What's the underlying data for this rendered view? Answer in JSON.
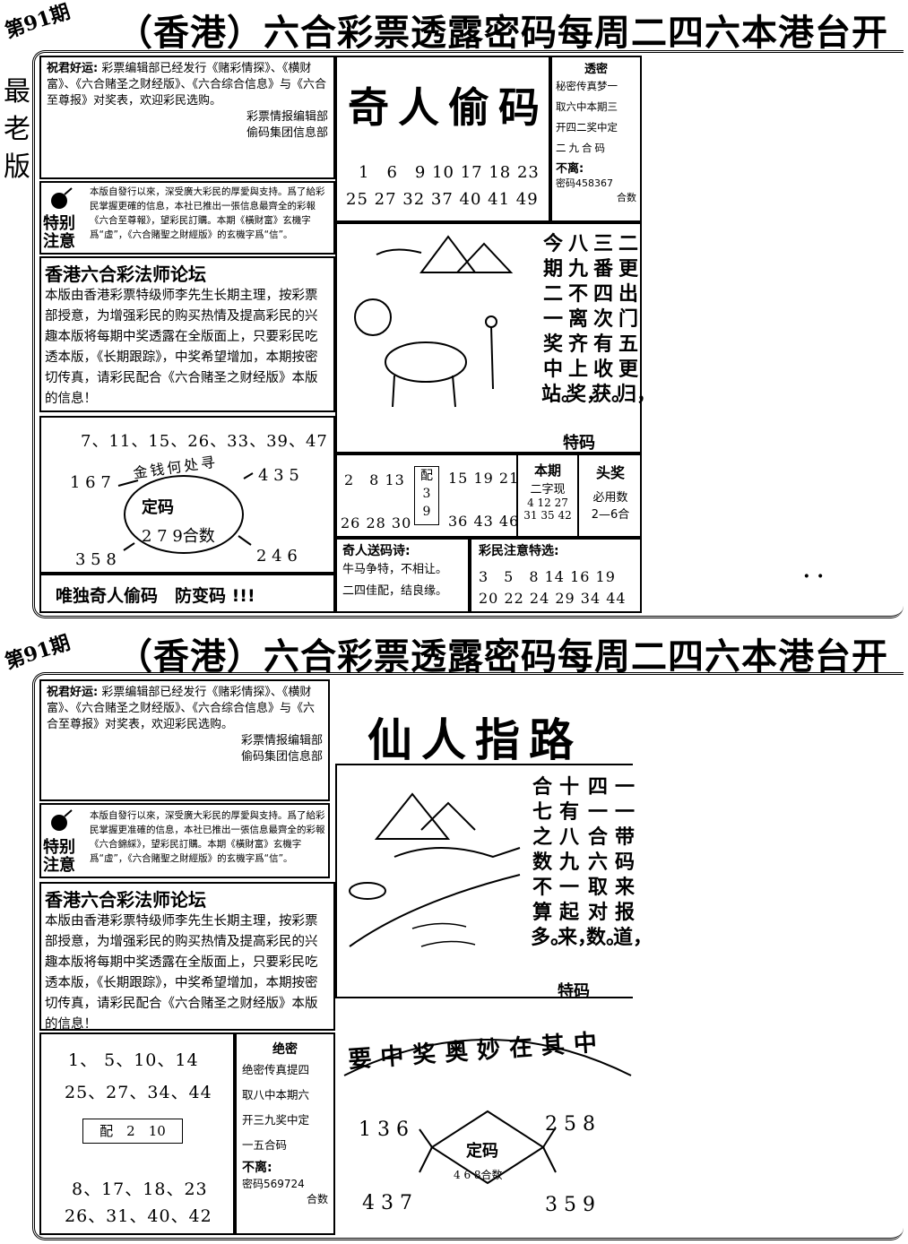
{
  "top": {
    "issue": "第91期",
    "header": "（香港）六合彩票透露密码每周二四六本港台开",
    "side_label": "最老版",
    "greeting": {
      "title": "祝君好运:",
      "body": "彩票编辑部已经发行《赌彩情探》、《横财富》、《六合赌圣之财经版》、《六合综合信息》与《六合至尊报》对奖表，欢迎彩民选购。",
      "sign1": "彩票情报编辑部",
      "sign2": "偷码集团信息部"
    },
    "notice": {
      "label": "特别注意",
      "body": "本版自發行以來，深受廣大彩民的厚愛與支持。爲了給彩民掌握更確的信息，本社已推出一張信息最齊全的彩報《六合至尊報》，望彩民訂購。本期《橫財富》玄機字爲“虛”，《六合賭聖之財經版》的玄機字爲“信”。"
    },
    "forum": {
      "title": "香港六合彩法师论坛",
      "body": "本版由香港彩票特级师李先生长期主理，按彩票部授意，为增强彩民的购买热情及提高彩民的兴趣本版将每期中奖透露在全版面上，只要彩民吃透本版，《长期跟踪》，中奖希望增加，本期按密切传真，请彩民配合《六合赌圣之财经版》本版的信息！"
    },
    "diagram": {
      "top_numbers": "7、11、15、26、33、39、47",
      "arc_text": "金钱何处寻",
      "left_top": "1 6 7",
      "right_top": "4 3 5",
      "center_title": "定码",
      "center_sub": "2 7 9合数",
      "left_bottom": "3 5 8",
      "right_bottom": "2 4 6"
    },
    "slogan": "唯独奇人偷码　防变码 !!!",
    "title_box": {
      "title": "奇人偷码",
      "row1": "1　6　9 10 17 18 23",
      "row2": "25 27 32 37 40 41 49"
    },
    "secret": {
      "title": "透密",
      "lines": [
        "秘密传真梦一",
        "取六中本期三",
        "开四二奖中定",
        "二九合码"
      ],
      "buli": "不离:",
      "code": "密码458367",
      "heshu": "合数"
    },
    "poem_cols": [
      "今期二一奖中站。",
      "八九不离齐上奖，",
      "三番四次有收获。",
      "二更出门五更归，"
    ],
    "tema": "特码",
    "grid": {
      "left_top": "2　8 13",
      "left_bottom": "26 28 30",
      "pei": "配",
      "pei_nums": "39",
      "right_top": "15 19 21",
      "right_bottom": "36 43 46",
      "benqi": "本期",
      "erzi": "二字现",
      "bq_row1": "4 12 27",
      "bq_row2": "31 35 42",
      "toujiang": "头奖",
      "biyong": "必用数",
      "range": "2—6合"
    },
    "poem_box": {
      "title": "奇人送码诗:",
      "line1": "牛马争特，不相让。",
      "line2": "二四佳配，结良缘。"
    },
    "special": {
      "title": "彩民注意特选:",
      "row1": "3　5　8 14 16 19",
      "row2": "20 22 24 29 34 44"
    }
  },
  "bottom": {
    "issue": "第91期",
    "header": "（香港）六合彩票透露密码每周二四六本港台开",
    "greeting": {
      "title": "祝君好运:",
      "body": "彩票编辑部已经发行《赌彩情探》、《横财富》、《六合赌圣之财经版》、《六合综合信息》与《六合至尊报》对奖表，欢迎彩民选购。",
      "sign1": "彩票情报编辑部",
      "sign2": "偷码集团信息部"
    },
    "notice": {
      "label": "特别注意",
      "body": "本版自發行以來，深受廣大彩民的厚愛與支持。爲了給彩民掌握更准確的信息，本社已推出一張信息最齊全的彩報《六合錦綵》，望彩民訂購。本期《橫財富》玄機字爲“虛”，《六合賭聖之財經版》的玄機字爲“信”。"
    },
    "forum": {
      "title": "香港六合彩法师论坛",
      "body": "本版由香港彩票特级师李先生长期主理，按彩票部授意，为增强彩民的购买热情及提高彩民的兴趣本版将每期中奖透露在全版面上，只要彩民吃透本版，《长期跟踪》，中奖希望增加，本期按密切传真，请彩民配合《六合赌圣之财经版》本版的信息！"
    },
    "numbers": {
      "row1": "1、 5、10、14",
      "row2": "25、27、34、44",
      "pei": "配　2　10",
      "row3": "8、17、18、23",
      "row4": "26、31、40、42"
    },
    "secret": {
      "title": "绝密",
      "lines": [
        "绝密传真提四",
        "取八中本期六",
        "开三九奖中定",
        "一五合码"
      ],
      "buli": "不离:",
      "code": "密码569724",
      "heshu": "合数"
    },
    "title": "仙人指路",
    "poem_cols": [
      "合七之数不算多。",
      "十有八九一起来，",
      "四一合六取对数。",
      "一一带码来报道，"
    ],
    "tema": "特码",
    "arc_text": "要中奖奥妙在其中",
    "diagram": {
      "left_top": "1 3 6",
      "right_top": "2 5 8",
      "center_title": "定码",
      "center_sub": "4 6 8合数",
      "left_bottom": "4 3 7",
      "right_bottom": "3 5 9"
    }
  },
  "dots": "· ·"
}
